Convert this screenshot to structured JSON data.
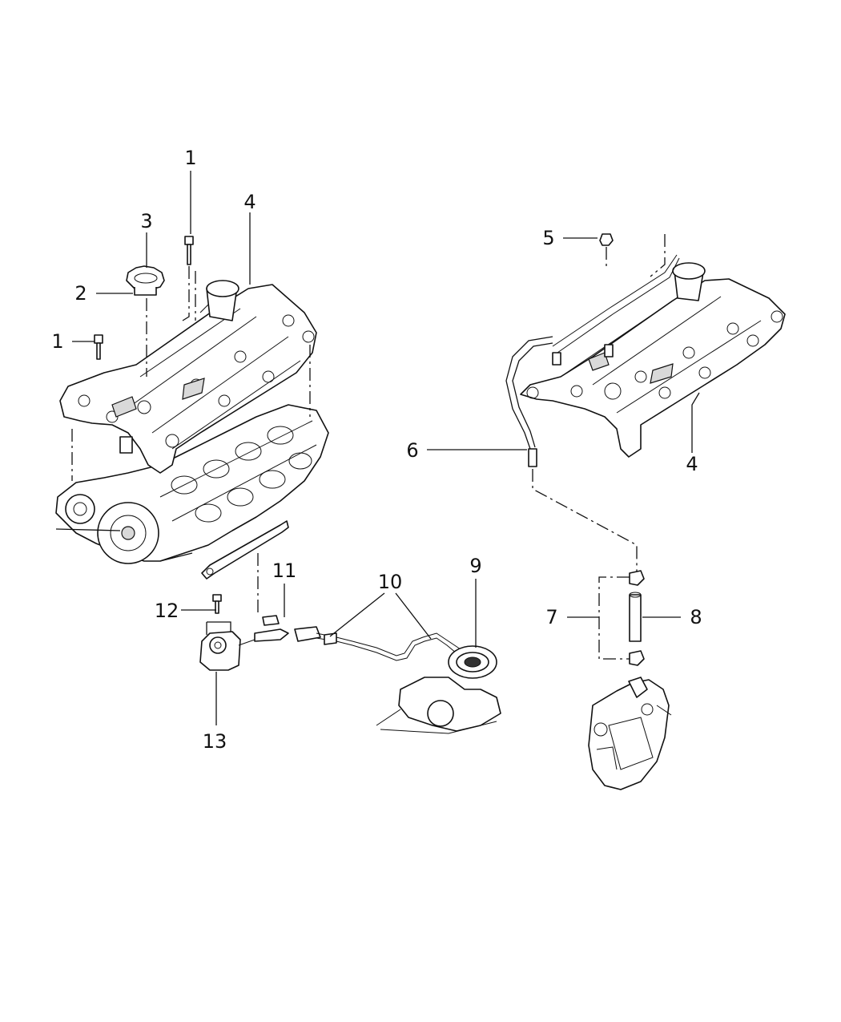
{
  "diagram": {
    "callouts": [
      {
        "id": "c1a",
        "text": "1"
      },
      {
        "id": "c1b",
        "text": "1"
      },
      {
        "id": "c2",
        "text": "2"
      },
      {
        "id": "c3",
        "text": "3"
      },
      {
        "id": "c4a",
        "text": "4"
      },
      {
        "id": "c4b",
        "text": "4"
      },
      {
        "id": "c5",
        "text": "5"
      },
      {
        "id": "c6",
        "text": "6"
      },
      {
        "id": "c7",
        "text": "7"
      },
      {
        "id": "c8",
        "text": "8"
      },
      {
        "id": "c9",
        "text": "9"
      },
      {
        "id": "c10",
        "text": "10"
      },
      {
        "id": "c11",
        "text": "11"
      },
      {
        "id": "c12",
        "text": "12"
      },
      {
        "id": "c13",
        "text": "13"
      }
    ]
  }
}
